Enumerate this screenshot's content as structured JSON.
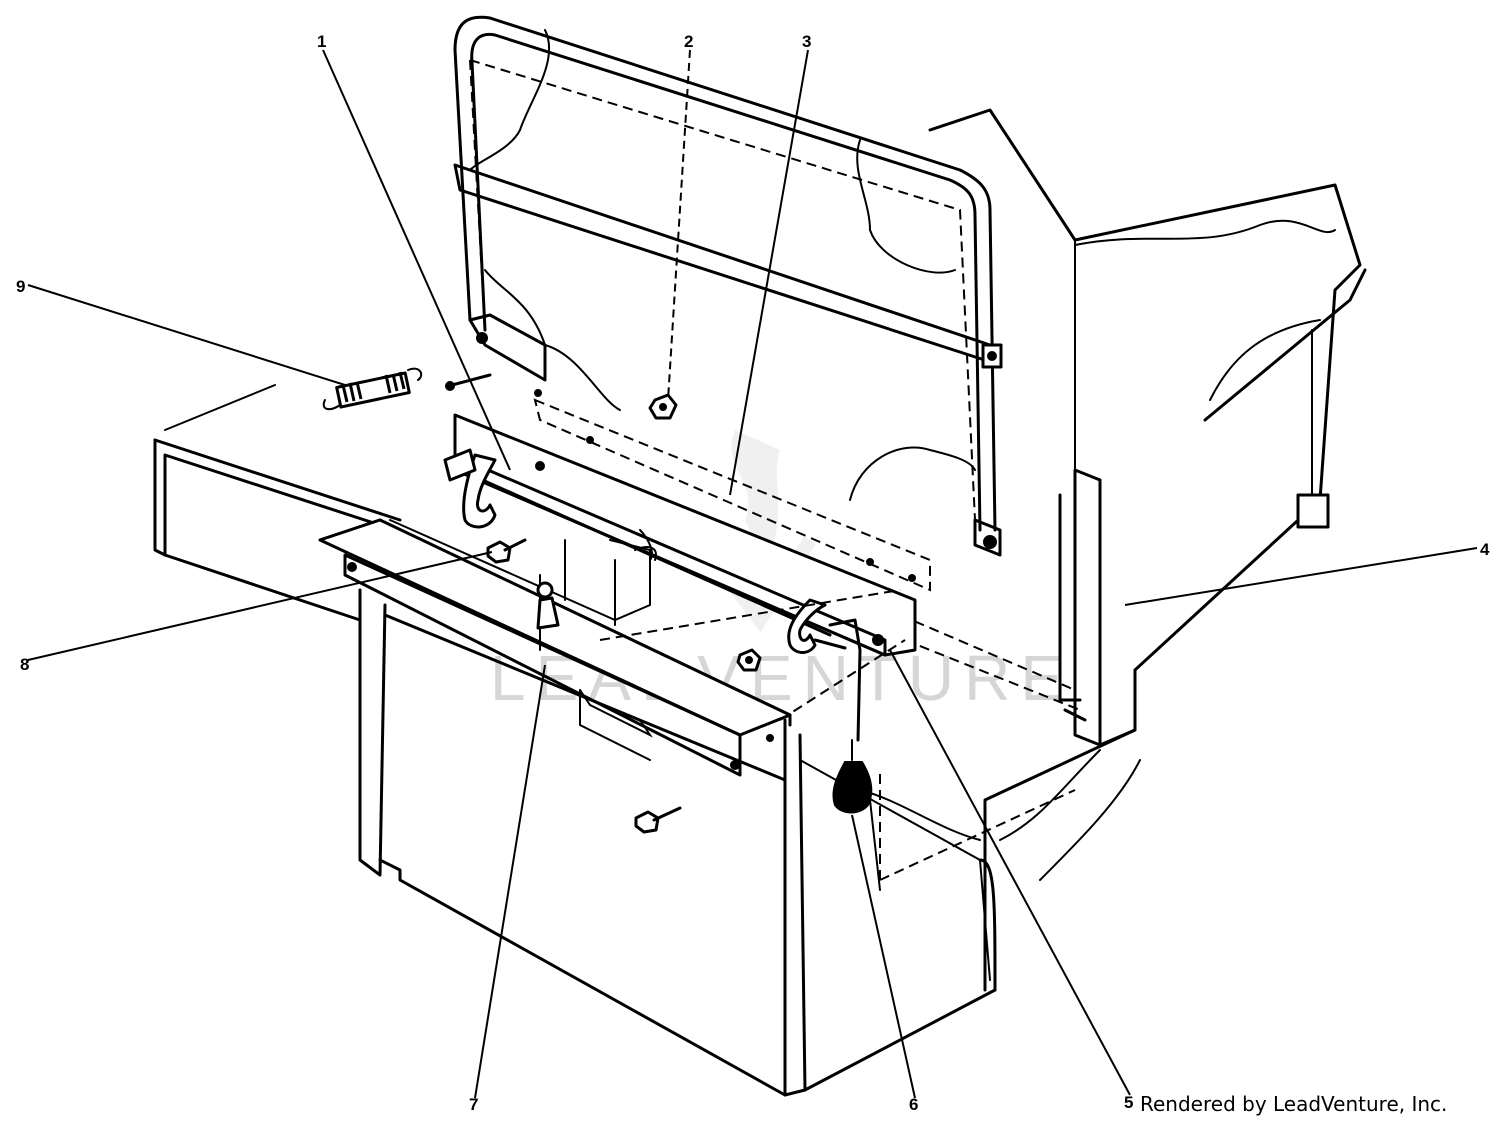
{
  "diagram": {
    "callouts": [
      {
        "id": "1",
        "label": "1"
      },
      {
        "id": "2",
        "label": "2"
      },
      {
        "id": "3",
        "label": "3"
      },
      {
        "id": "4",
        "label": "4"
      },
      {
        "id": "5",
        "label": "5"
      },
      {
        "id": "6",
        "label": "6"
      },
      {
        "id": "7",
        "label": "7"
      },
      {
        "id": "8",
        "label": "8"
      },
      {
        "id": "9",
        "label": "9"
      }
    ],
    "watermark": "LEADVENTURE",
    "credit": "Rendered by LeadVenture, Inc."
  }
}
